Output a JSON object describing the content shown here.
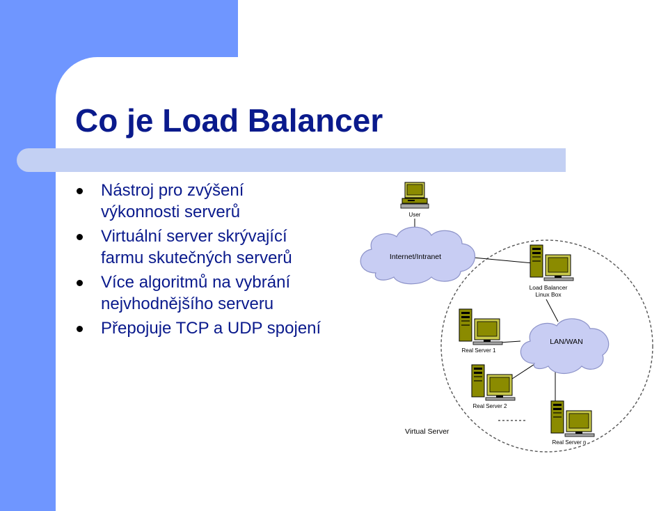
{
  "slide": {
    "title": "Co je Load Balancer",
    "bullets": [
      {
        "line1": "Nástroj pro zvýšení",
        "line2": "výkonnosti serverů"
      },
      {
        "line1": "Virtuální server skrývající",
        "line2": "farmu skutečných serverů"
      },
      {
        "line1": "Více algoritmů na vybrání",
        "line2": "nejvhodnějšího serveru"
      },
      {
        "line1": "Přepojuje TCP a UDP spojení",
        "line2": ""
      }
    ]
  },
  "diagram": {
    "user_label": "User",
    "cloud_internet": "Internet/Intranet",
    "lb_label_1": "Load Balancer",
    "lb_label_2": "Linux Box",
    "cloud_lan": "LAN/WAN",
    "server1_label": "Real Server 1",
    "server2_label": "Real Server 2",
    "servern_label": "Real Server n",
    "virtual_server_label": "Virtual Server"
  },
  "colors": {
    "accent_blue": "#6f96ff",
    "title_bar": "#c3d0f3",
    "title_text": "#0a1a8c",
    "cloud_fill": "#c8cdf3",
    "computer_olive": "#8b8b00",
    "screen_yellow": "#c9c94a"
  }
}
